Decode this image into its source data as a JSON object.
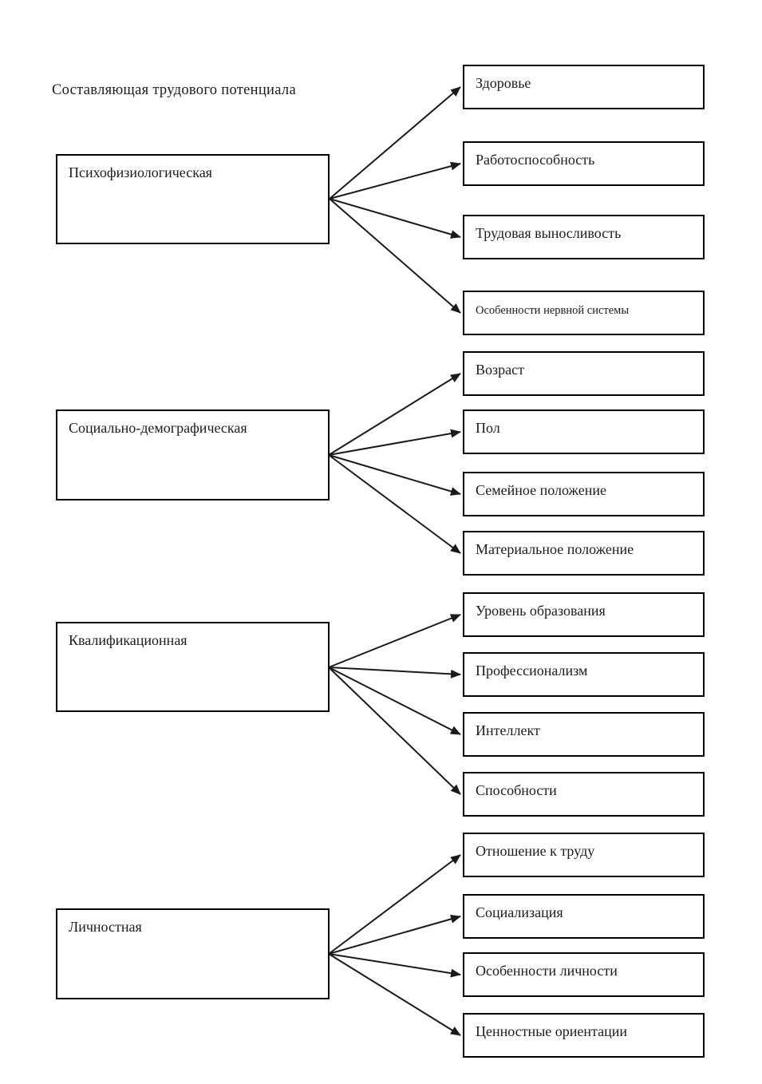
{
  "title": "Составляющая трудового потенциала",
  "groups": [
    {
      "parent": "Психофизиологическая",
      "children": [
        "Здоровье",
        "Работоспособность",
        "Трудовая выносливость",
        "Особенности нервной системы"
      ]
    },
    {
      "parent": "Социально-демографическая",
      "children": [
        "Возраст",
        "Пол",
        "Семейное положение",
        "Материальное положение"
      ]
    },
    {
      "parent": "Квалификационная",
      "children": [
        "Уровень образования",
        "Профессионализм",
        "Интеллект",
        "Способности"
      ]
    },
    {
      "parent": "Личностная",
      "children": [
        "Отношение к труду",
        "Социализация",
        "Особенности личности",
        "Ценностные ориентации"
      ]
    }
  ],
  "colors": {
    "background": "#ffffff",
    "border": "#000000",
    "line": "#1a1a1a",
    "text": "#1b1b1b"
  }
}
